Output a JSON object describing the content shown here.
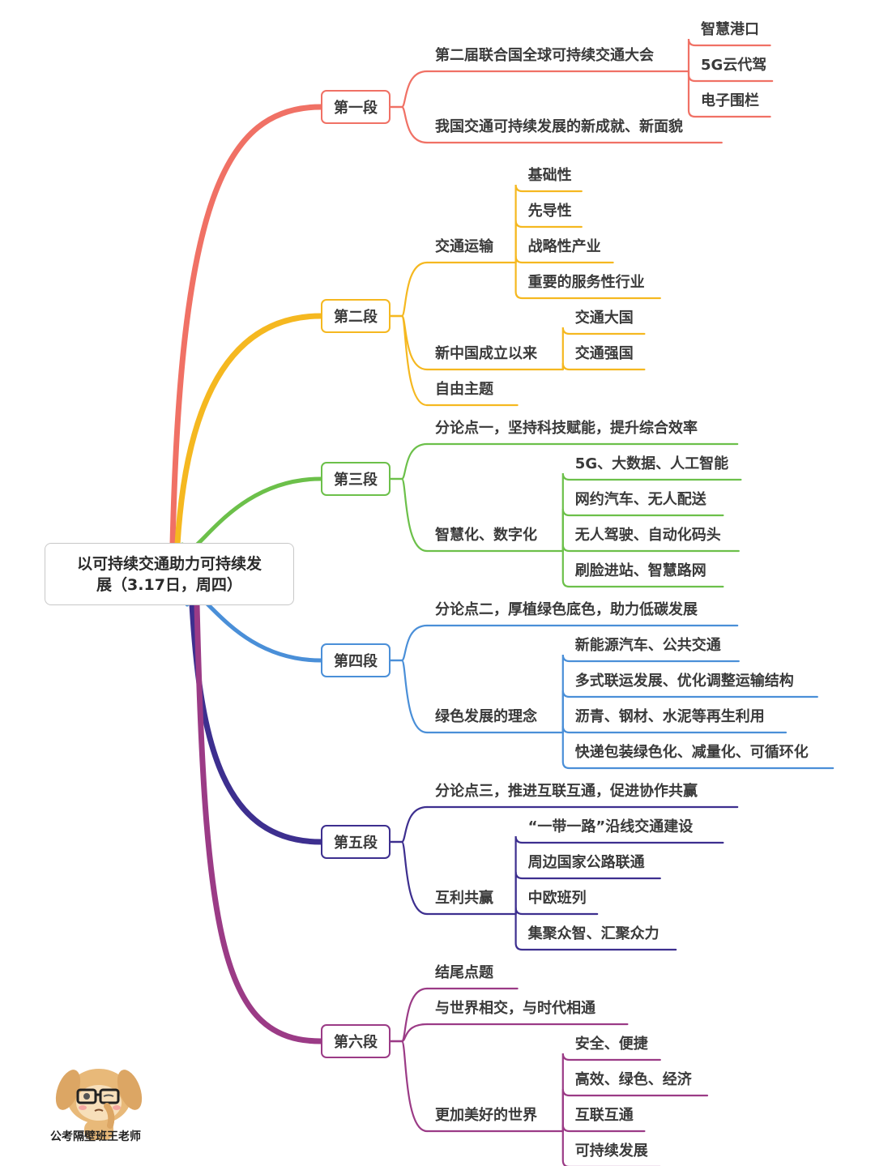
{
  "root": {
    "title_line1": "以可持续交通助力可持续发",
    "title_line2": "展（3.17日，周四）"
  },
  "sections": [
    {
      "label": "第一段",
      "color": "#f07165",
      "children": [
        {
          "label": "第二届联合国全球可持续交通大会",
          "children": [
            "智慧港口",
            "5G云代驾",
            "电子围栏"
          ]
        },
        {
          "label": "我国交通可持续发展的新成就、新面貌",
          "children": []
        }
      ]
    },
    {
      "label": "第二段",
      "color": "#f5b820",
      "children": [
        {
          "label": "交通运输",
          "children": [
            "基础性",
            "先导性",
            "战略性产业",
            "重要的服务性行业"
          ]
        },
        {
          "label": "新中国成立以来",
          "children": [
            "交通大国",
            "交通强国"
          ]
        },
        {
          "label": "自由主题",
          "children": []
        }
      ]
    },
    {
      "label": "第三段",
      "color": "#6cc04a",
      "children": [
        {
          "label": "分论点一，坚持科技赋能，提升综合效率",
          "children": []
        },
        {
          "label": "智慧化、数字化",
          "children": [
            "5G、大数据、人工智能",
            "网约汽车、无人配送",
            "无人驾驶、自动化码头",
            "刷脸进站、智慧路网"
          ]
        }
      ]
    },
    {
      "label": "第四段",
      "color": "#4a8fd8",
      "children": [
        {
          "label": "分论点二，厚植绿色底色，助力低碳发展",
          "children": []
        },
        {
          "label": "绿色发展的理念",
          "children": [
            "新能源汽车、公共交通",
            "多式联运发展、优化调整运输结构",
            "沥青、钢材、水泥等再生利用",
            "快递包装绿色化、减量化、可循环化"
          ]
        }
      ]
    },
    {
      "label": "第五段",
      "color": "#3d2f8f",
      "children": [
        {
          "label": "分论点三，推进互联互通，促进协作共赢",
          "children": []
        },
        {
          "label": "互利共赢",
          "children": [
            "“一带一路”沿线交通建设",
            "周边国家公路联通",
            "中欧班列",
            "集聚众智、汇聚众力"
          ]
        }
      ]
    },
    {
      "label": "第六段",
      "color": "#9b3b86",
      "children": [
        {
          "label": "结尾点题",
          "children": []
        },
        {
          "label": "与世界相交，与时代相通",
          "children": []
        },
        {
          "label": "更加美好的世界",
          "children": [
            "安全、便捷",
            "高效、绿色、经济",
            "互联互通",
            "可持续发展"
          ]
        }
      ]
    }
  ],
  "watermark": {
    "caption": "公考隔壁班王老师",
    "icon": "glasses-dog-mascot-icon"
  }
}
